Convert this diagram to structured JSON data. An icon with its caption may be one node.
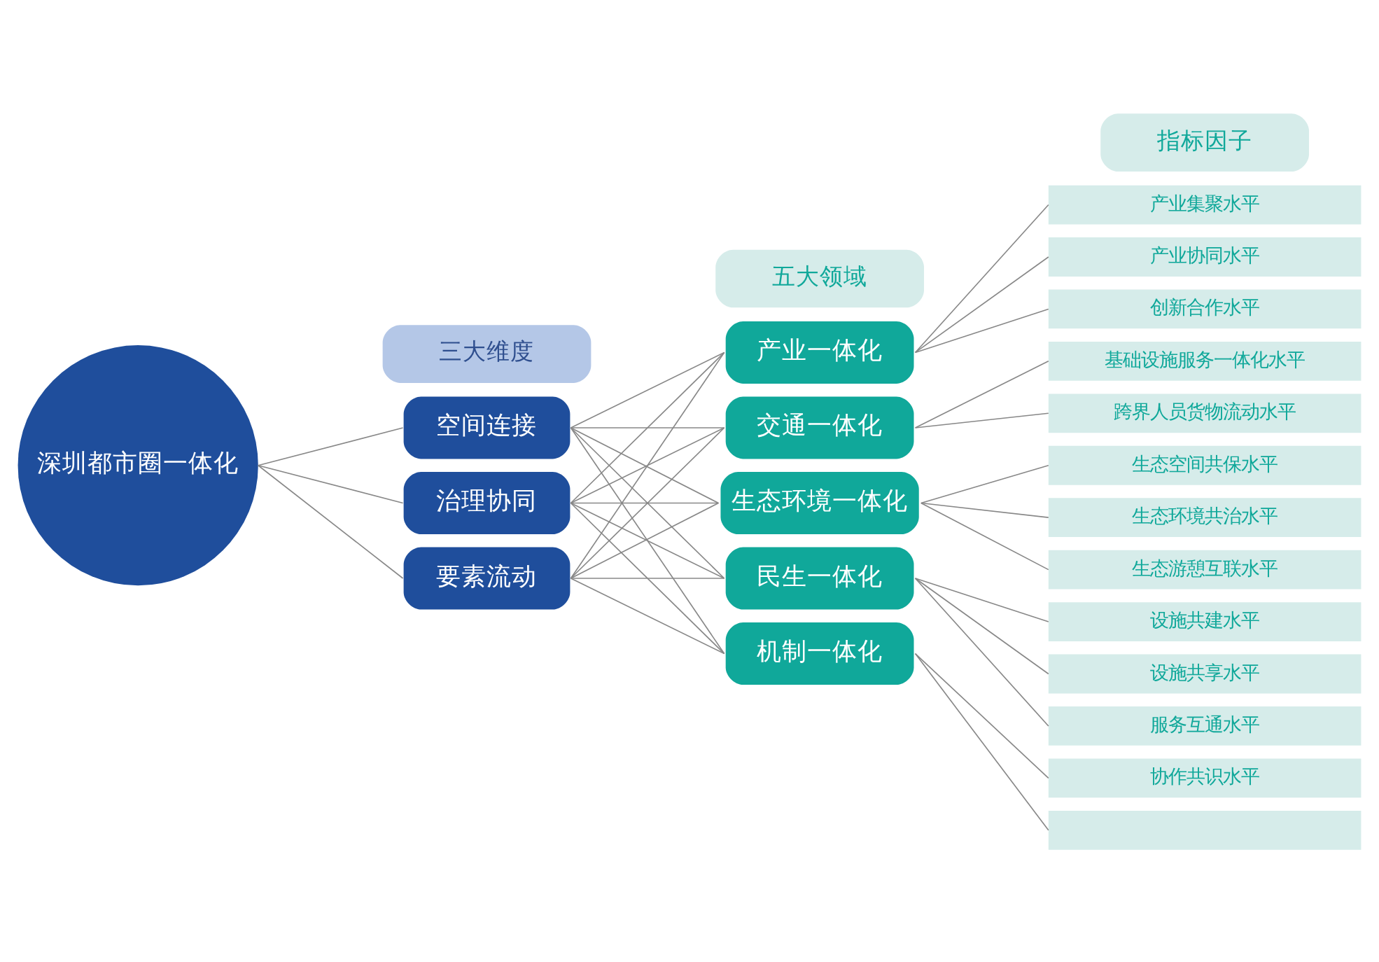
{
  "diagram": {
    "nodes": [
      {
        "text": [
          "三大维度"
        ]
      },
      {
        "text": [
          "五大领域"
        ]
      },
      {
        "text": [
          "指标因子"
        ]
      },
      {
        "text": [
          "深圳都市圈一体化"
        ]
      },
      {
        "text": [
          "空间连接"
        ]
      },
      {
        "text": [
          "治理协同"
        ]
      },
      {
        "text": [
          "要素流动"
        ]
      },
      {
        "text": [
          "产业一体化"
        ]
      },
      {
        "text": [
          "交通一体化"
        ]
      },
      {
        "text": [
          "生态环境一体化"
        ]
      },
      {
        "text": [
          "民生一体化"
        ]
      },
      {
        "text": [
          "机制一体化"
        ]
      },
      {
        "text": [
          "产业集聚水平"
        ]
      },
      {
        "text": [
          "产业协同水平"
        ]
      },
      {
        "text": [
          "创新合作水平"
        ]
      },
      {
        "text": [
          "基础设施服务一体化水平"
        ]
      },
      {
        "text": [
          "跨界人员货物流动水平"
        ]
      },
      {
        "text": [
          "生态空间共保水平"
        ]
      },
      {
        "text": [
          "生态环境共治水平"
        ]
      },
      {
        "text": [
          "生态游憩互联水平"
        ]
      },
      {
        "text": [
          "设施共建水平"
        ]
      },
      {
        "text": [
          "设施共享水平"
        ]
      },
      {
        "text": [
          "服务互通水平"
        ]
      },
      {
        "text": [
          "协作共识水平"
        ]
      },
      {
        "text": [],
        "shape": "box"
      }
    ],
    "edges": [
      {
        "from": 3,
        "to": 4,
        "arrow": "none"
      },
      {
        "from": 3,
        "to": 5,
        "arrow": "none"
      },
      {
        "from": 3,
        "to": 6,
        "arrow": "none"
      },
      {
        "from": 4,
        "to": 7,
        "arrow": "none"
      },
      {
        "from": 4,
        "to": 8,
        "arrow": "none"
      },
      {
        "from": 4,
        "to": 9,
        "arrow": "none"
      },
      {
        "from": 4,
        "to": 10,
        "arrow": "none"
      },
      {
        "from": 4,
        "to": 11,
        "arrow": "none"
      },
      {
        "from": 5,
        "to": 7,
        "arrow": "none"
      },
      {
        "from": 5,
        "to": 8,
        "arrow": "none"
      },
      {
        "from": 5,
        "to": 9,
        "arrow": "none"
      },
      {
        "from": 5,
        "to": 10,
        "arrow": "none"
      },
      {
        "from": 5,
        "to": 11,
        "arrow": "none"
      },
      {
        "from": 6,
        "to": 7,
        "arrow": "none"
      },
      {
        "from": 6,
        "to": 8,
        "arrow": "none"
      },
      {
        "from": 6,
        "to": 9,
        "arrow": "none"
      },
      {
        "from": 6,
        "to": 10,
        "arrow": "none"
      },
      {
        "from": 6,
        "to": 11,
        "arrow": "none"
      },
      {
        "from": 7,
        "to": 12,
        "arrow": "none"
      },
      {
        "from": 7,
        "to": 13,
        "arrow": "none"
      },
      {
        "from": 7,
        "to": 14,
        "arrow": "none"
      },
      {
        "from": 8,
        "to": 15,
        "arrow": "none"
      },
      {
        "from": 8,
        "to": 16,
        "arrow": "none"
      },
      {
        "from": 9,
        "to": 17,
        "arrow": "none"
      },
      {
        "from": 9,
        "to": 18,
        "arrow": "none"
      },
      {
        "from": 9,
        "to": 19,
        "arrow": "none"
      },
      {
        "from": 10,
        "to": 20,
        "arrow": "none"
      },
      {
        "from": 10,
        "to": 21,
        "arrow": "none"
      },
      {
        "from": 10,
        "to": 22,
        "arrow": "none"
      },
      {
        "from": 11,
        "to": 23,
        "arrow": "none"
      },
      {
        "from": 11,
        "to": 24,
        "arrow": "none"
      }
    ]
  }
}
